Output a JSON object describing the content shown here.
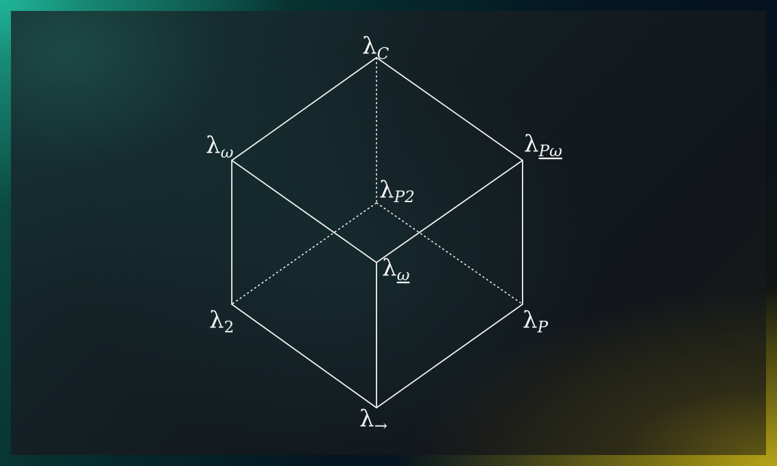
{
  "diagram": {
    "vertices": {
      "top": {
        "base": "λ",
        "subscript": "C"
      },
      "upper_left": {
        "base": "λ",
        "subscript": "ω"
      },
      "upper_right": {
        "base": "λ",
        "subscript": "Pω"
      },
      "back_center": {
        "base": "λ",
        "subscript": "P2"
      },
      "front_center": {
        "base": "λ",
        "subscript": "ω"
      },
      "lower_left": {
        "base": "λ",
        "subscript": "2"
      },
      "lower_right": {
        "base": "λ",
        "subscript": "P"
      },
      "bottom": {
        "base": "λ",
        "subscript": "→"
      }
    },
    "line_color": "#f2f2f2",
    "hidden_edges_style": "dotted"
  }
}
